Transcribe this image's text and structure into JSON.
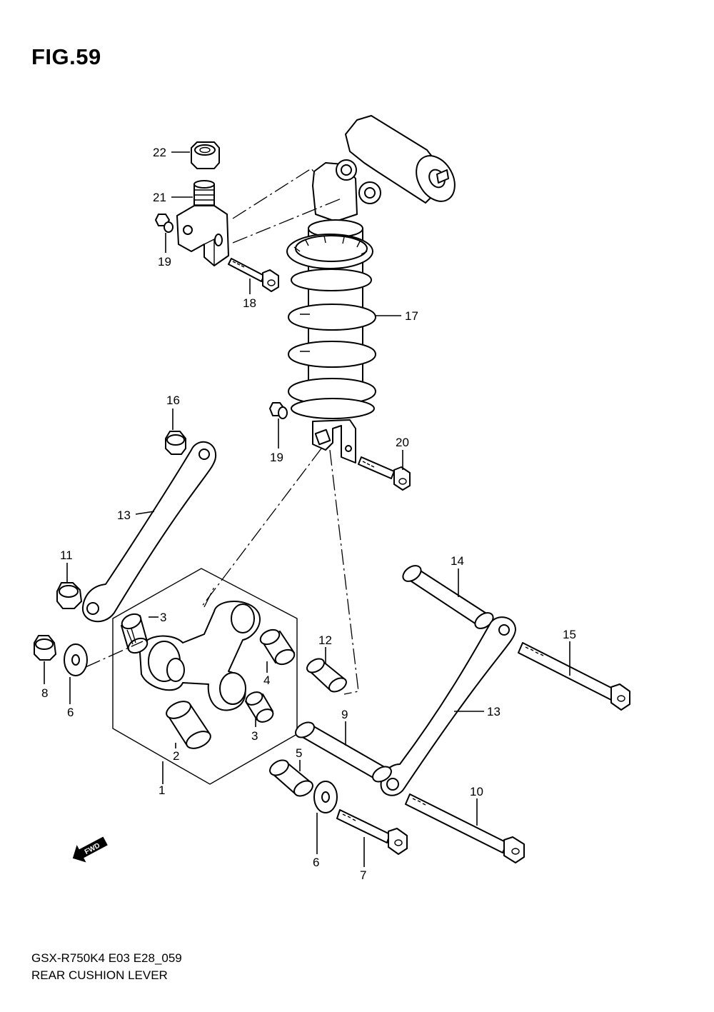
{
  "figure": {
    "title": "FIG.59"
  },
  "footer": {
    "model_code": "GSX-R750K4 E03 E28_059",
    "caption": "REAR CUSHION LEVER"
  },
  "fwd_arrow": {
    "text": "FWD"
  },
  "callouts": {
    "c1": "1",
    "c2": "2",
    "c3a": "3",
    "c3b": "3",
    "c4": "4",
    "c5": "5",
    "c6a": "6",
    "c6b": "6",
    "c7": "7",
    "c8": "8",
    "c9": "9",
    "c10": "10",
    "c11": "11",
    "c12": "12",
    "c13a": "13",
    "c13b": "13",
    "c14": "14",
    "c15": "15",
    "c16": "16",
    "c17": "17",
    "c18": "18",
    "c19a": "19",
    "c19b": "19",
    "c20": "20",
    "c21": "21",
    "c22": "22"
  }
}
